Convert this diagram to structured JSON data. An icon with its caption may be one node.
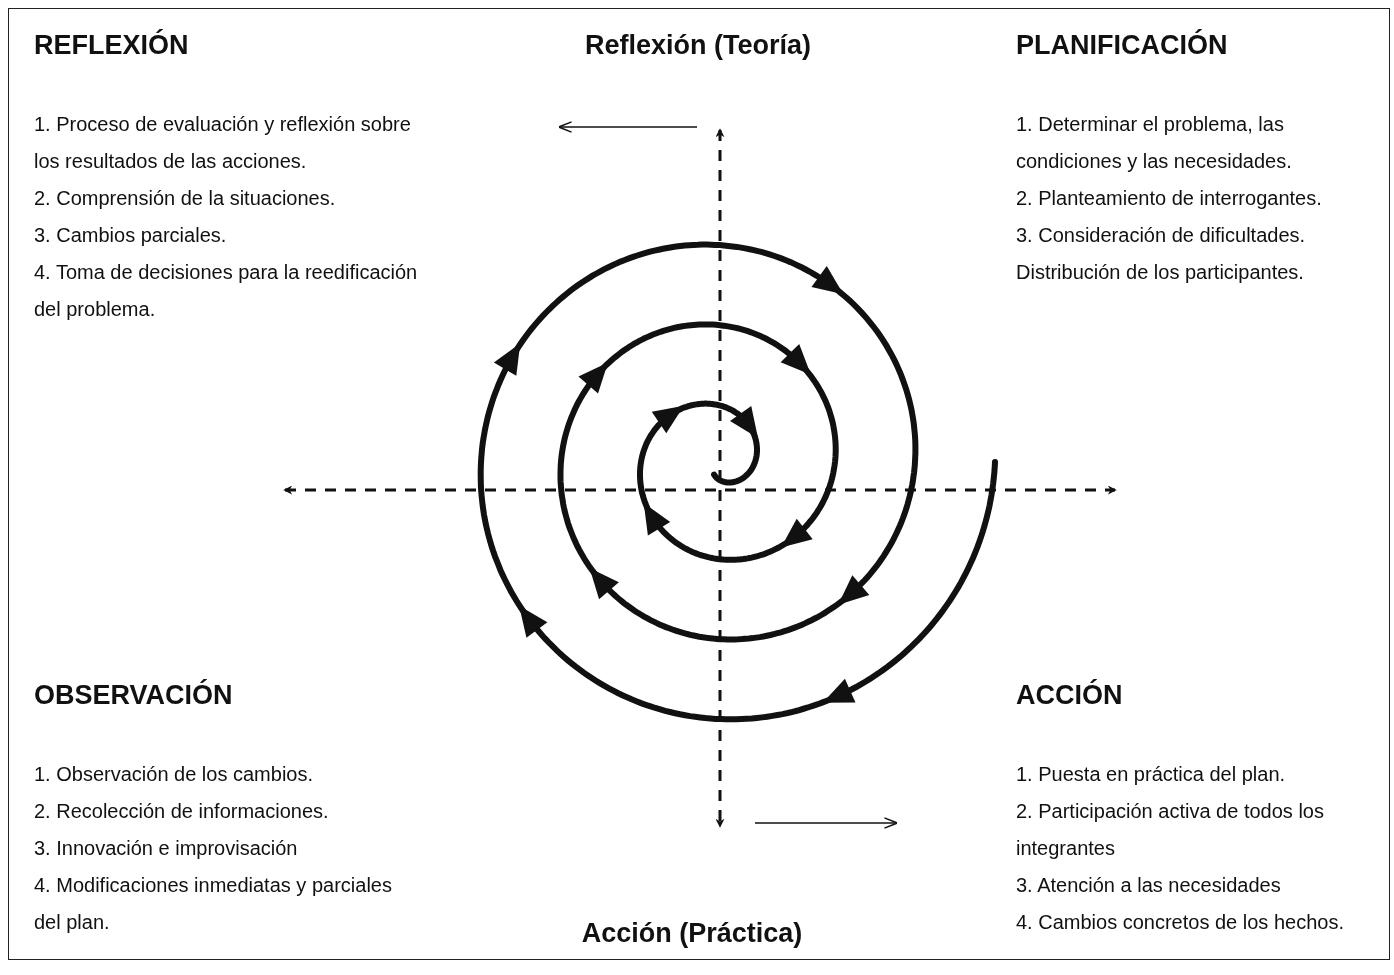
{
  "diagram": {
    "labels": [
      "REFLEXIÓN",
      "Reflexión (Teoría)",
      "PLANIFICACIÓN",
      "1. Proceso de evaluación y reflexión sobre los resultados de las acciones.",
      "2. Comprensión de la situaciones.",
      "3. Cambios parciales.",
      "4. Toma de decisiones para la reedificación del problema.",
      "1. Determinar el problema, las condiciones y las necesidades.",
      "2. Planteamiento de interrogantes.",
      "3. Consideración de dificultades.",
      "Distribución de los participantes.",
      "OBSERVACIÓN",
      "ACCIÓN",
      "1. Observación de los cambios.",
      "2. Recolección de informaciones.",
      "3. Innovación e improvisación",
      "4. Modificaciones inmediatas y parciales del plan.",
      "1. Puesta en práctica del plan.",
      "2. Participación activa de todos los integrantes",
      "3. Atención a las necesidades",
      "4. Cambios concretos de los hechos.",
      "Acción (Práctica)"
    ]
  }
}
